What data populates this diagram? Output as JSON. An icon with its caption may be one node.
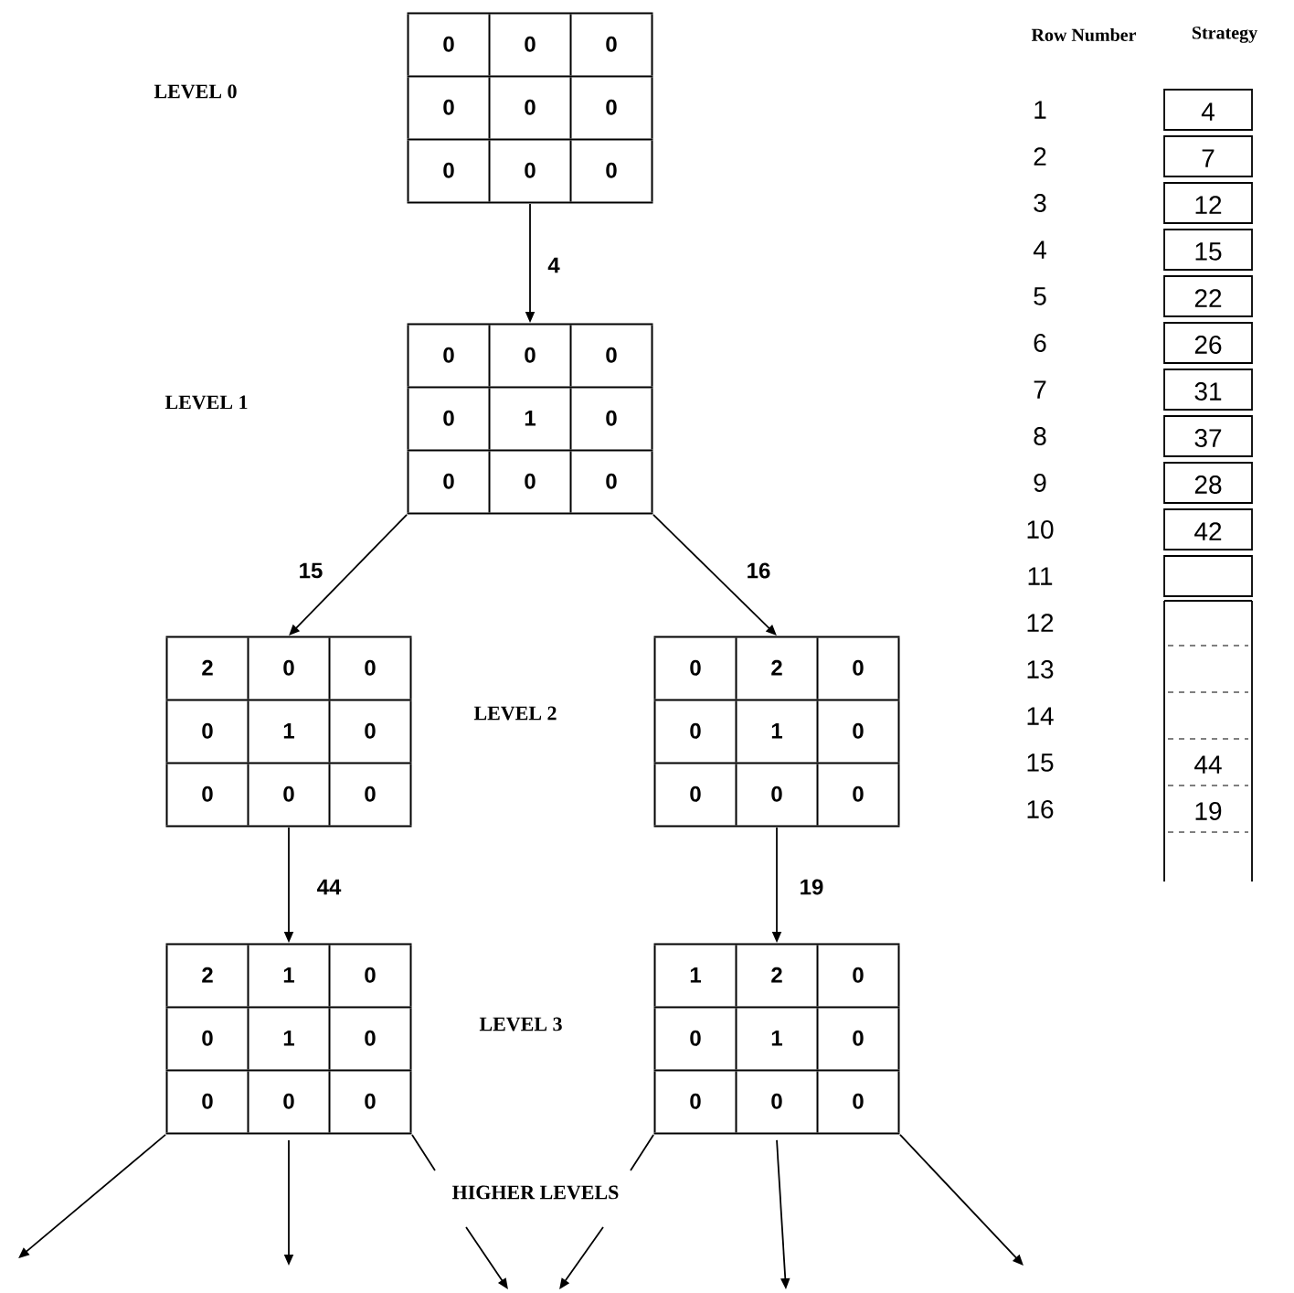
{
  "diagram": {
    "nodes": [
      {
        "text": [
          "0",
          "0",
          "0",
          "0",
          "0",
          "0",
          "0",
          "0",
          "0"
        ]
      },
      {
        "text": [
          "0",
          "0",
          "0",
          "0",
          "1",
          "0",
          "0",
          "0",
          "0"
        ]
      },
      {
        "text": [
          "2",
          "0",
          "0",
          "0",
          "1",
          "0",
          "0",
          "0",
          "0"
        ]
      },
      {
        "text": [
          "0",
          "2",
          "0",
          "0",
          "1",
          "0",
          "0",
          "0",
          "0"
        ]
      },
      {
        "text": [
          "2",
          "1",
          "0",
          "0",
          "1",
          "0",
          "0",
          "0",
          "0"
        ]
      },
      {
        "text": [
          "1",
          "2",
          "0",
          "0",
          "1",
          "0",
          "0",
          "0",
          "0"
        ]
      }
    ],
    "edges": [
      {
        "from": 0,
        "to": 1,
        "arrow": "to",
        "label": "4"
      },
      {
        "from": 1,
        "to": 2,
        "arrow": "to",
        "label": "15"
      },
      {
        "from": 1,
        "to": 3,
        "arrow": "to",
        "label": "16"
      },
      {
        "from": 2,
        "to": 4,
        "arrow": "to",
        "label": "44"
      },
      {
        "from": 3,
        "to": 5,
        "arrow": "to",
        "label": "19"
      },
      {
        "from": 4,
        "to": null,
        "arrow": "to"
      },
      {
        "from": 4,
        "to": null,
        "arrow": "to"
      },
      {
        "from": 4,
        "to": null,
        "arrow": "to"
      },
      {
        "from": 5,
        "to": null,
        "arrow": "to"
      },
      {
        "from": 5,
        "to": null,
        "arrow": "to"
      },
      {
        "from": 5,
        "to": null,
        "arrow": "to"
      }
    ],
    "labels": [
      "LEVEL 0",
      "LEVEL 1",
      "LEVEL 2",
      "LEVEL 3",
      "HIGHER LEVELS",
      "Row Number",
      "Strategy",
      "1",
      "4",
      "2",
      "7",
      "3",
      "12",
      "4",
      "15",
      "5",
      "22",
      "6",
      "26",
      "7",
      "31",
      "8",
      "37",
      "9",
      "28",
      "10",
      "42",
      "11",
      "12",
      "13",
      "14",
      "15",
      "44",
      "16",
      "19"
    ]
  }
}
